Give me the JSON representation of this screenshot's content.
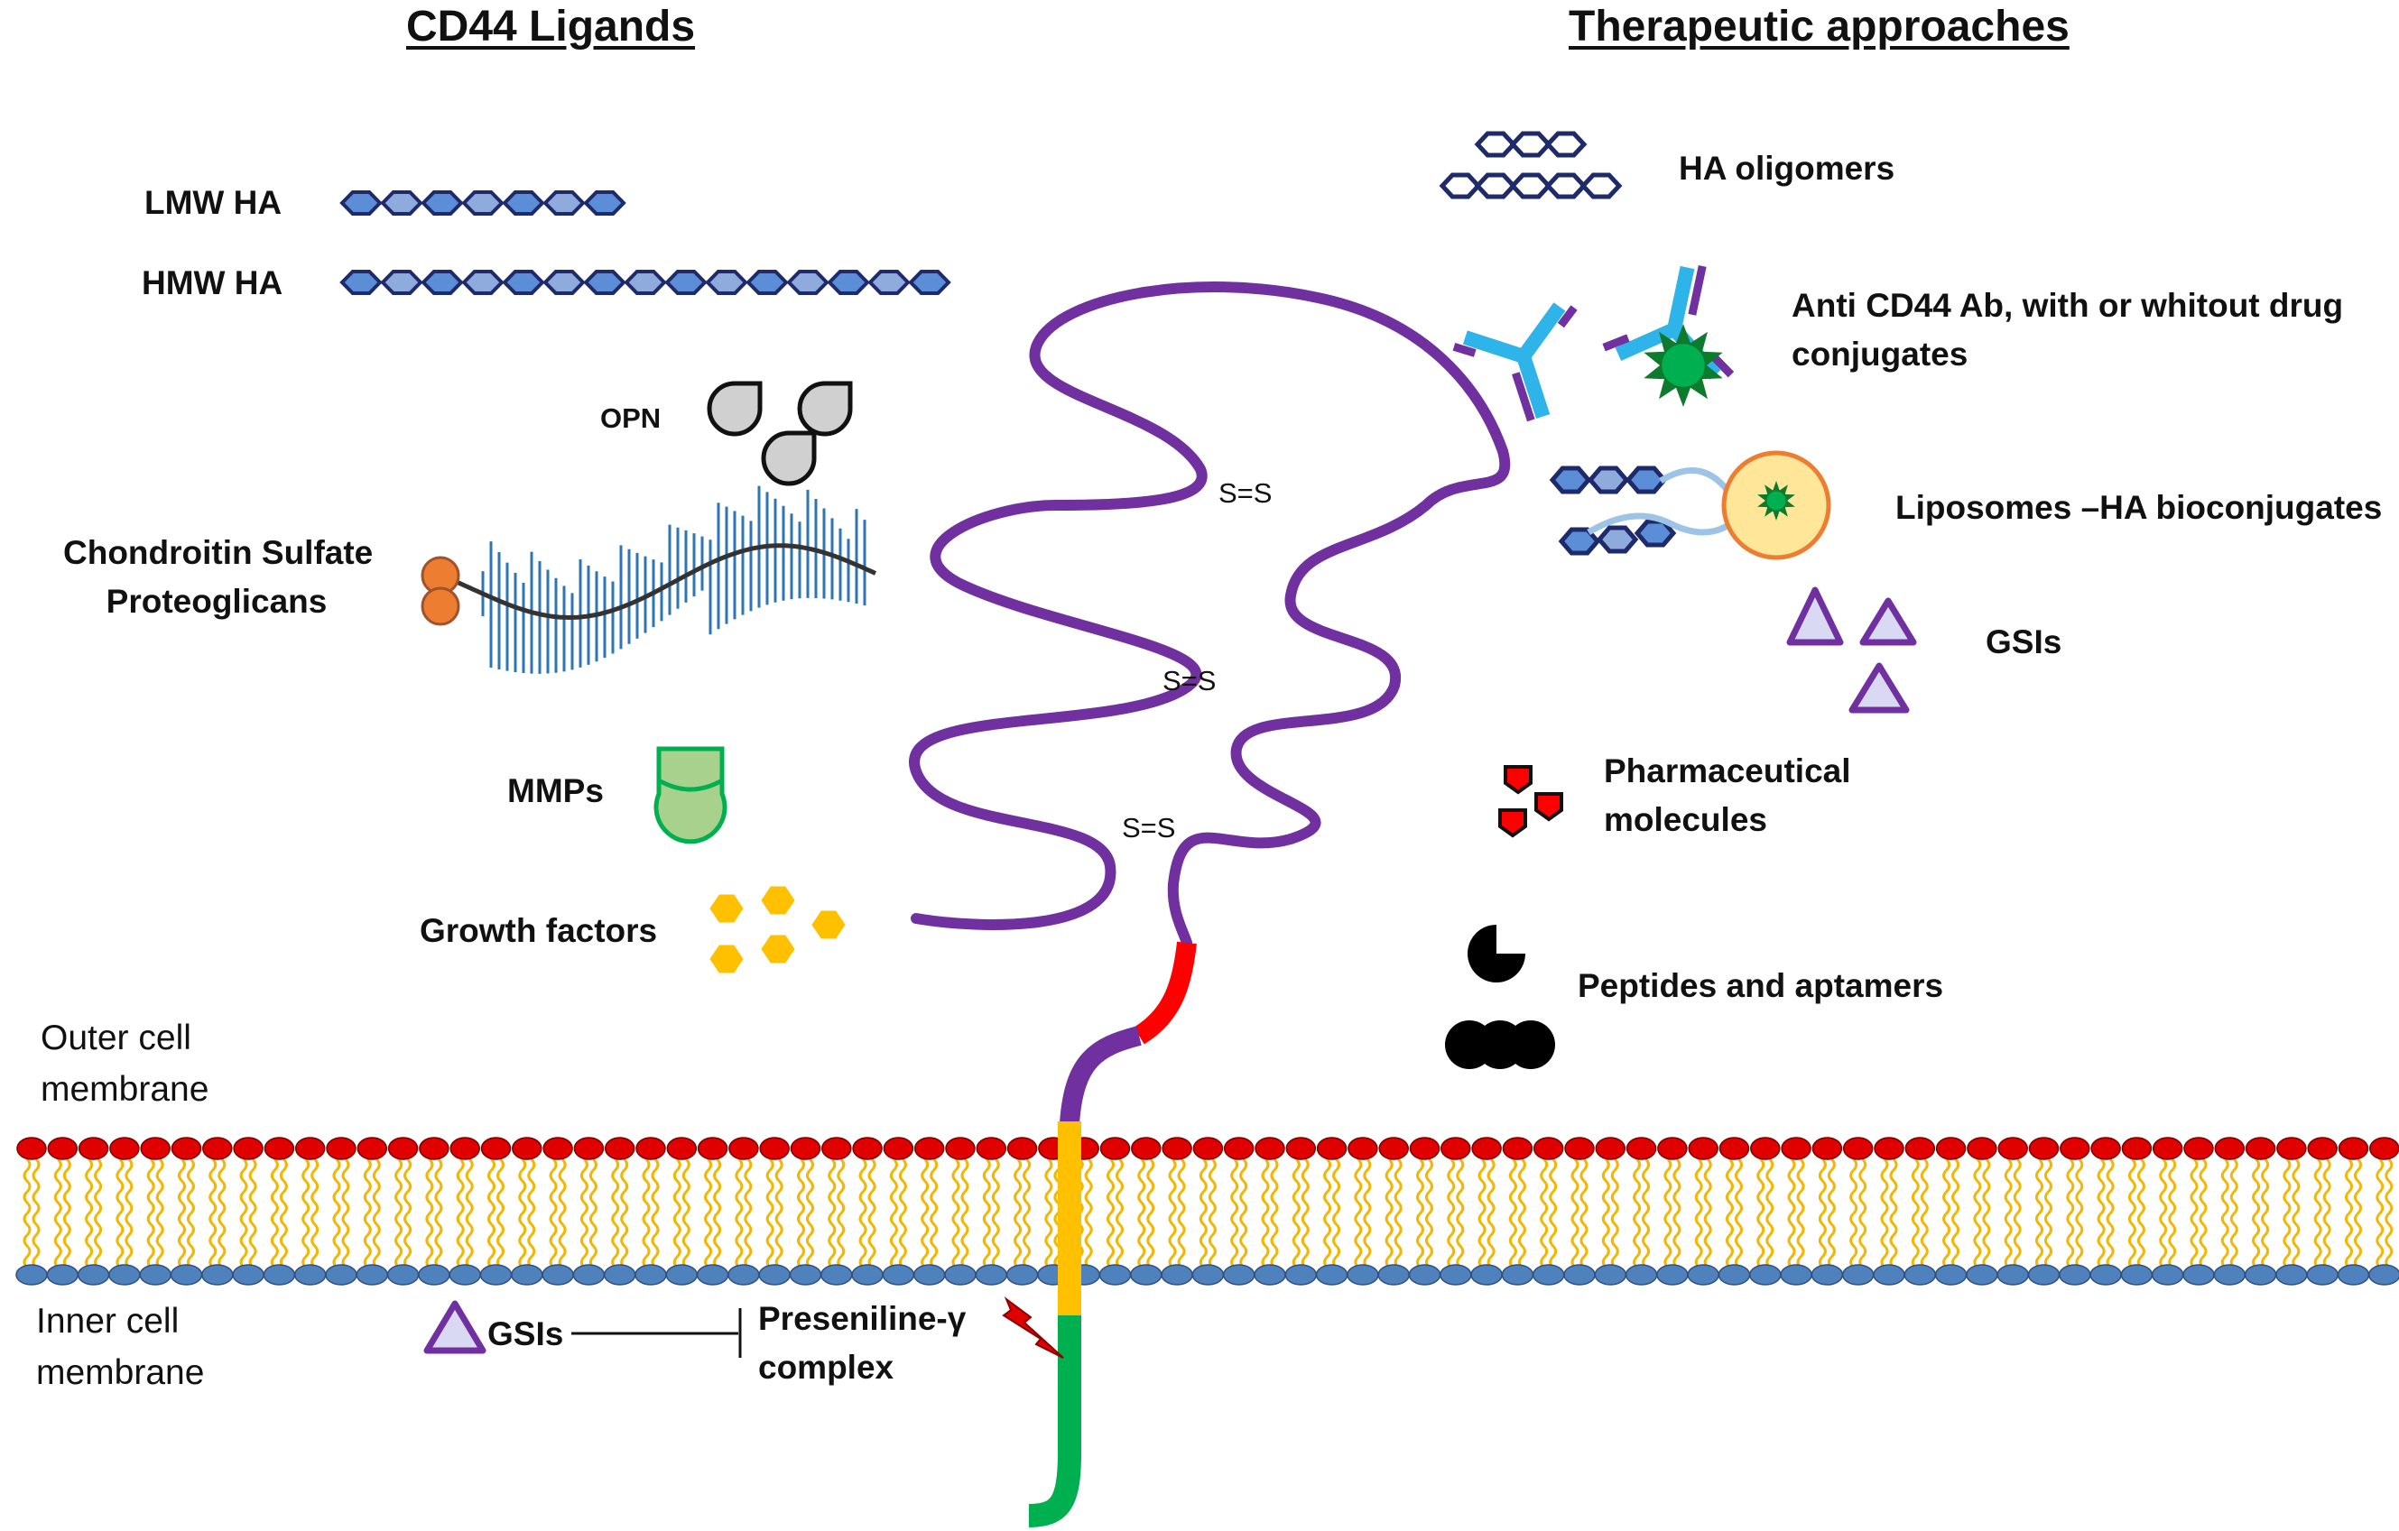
{
  "headings": {
    "ligands": "CD44 Ligands",
    "therapeutic": "Therapeutic approaches"
  },
  "ligands": {
    "lmw_ha": "LMW HA",
    "hmw_ha": "HMW HA",
    "opn": "OPN",
    "csp_line1": "Chondroitin Sulfate",
    "csp_line2": "Proteoglicans",
    "mmps": "MMPs",
    "growth_factors": "Growth factors"
  },
  "therapies": {
    "ha_oligomers": "HA oligomers",
    "antibody_line1": "Anti CD44 Ab, with or whitout drug",
    "antibody_line2": "conjugates",
    "liposomes": "Liposomes –HA bioconjugates",
    "gsis": "GSIs",
    "pharma_line1": "Pharmaceutical",
    "pharma_line2": "molecules",
    "peptides": "Peptides and aptamers"
  },
  "membrane": {
    "outer_line1": "Outer cell",
    "outer_line2": "membrane",
    "inner_line1": "Inner cell",
    "inner_line2": "membrane"
  },
  "inhibition": {
    "gsis": "GSIs",
    "presenilin_line1": "Preseniline-γ",
    "presenilin_line2": "complex"
  },
  "disulfide_label": "S=S",
  "colors": {
    "ha_dark": "#1F2A6B",
    "ha_light": "#5B8ED6",
    "cd44_purple": "#7030A0",
    "cd44_red": "#FF0000",
    "transmembrane_yellow": "#FFC000",
    "cytoplasmic_green": "#00B050",
    "lipid_head_red": "#E00000",
    "lipid_head_blue": "#4F81BD",
    "growth_factor": "#FFC000",
    "mmp_green": "#A9D18E",
    "opn_grey": "#D0D0D0",
    "antibody_blue": "#2EB4E8",
    "liposome_fill": "#FFE699",
    "liposome_edge": "#ED7D31"
  }
}
